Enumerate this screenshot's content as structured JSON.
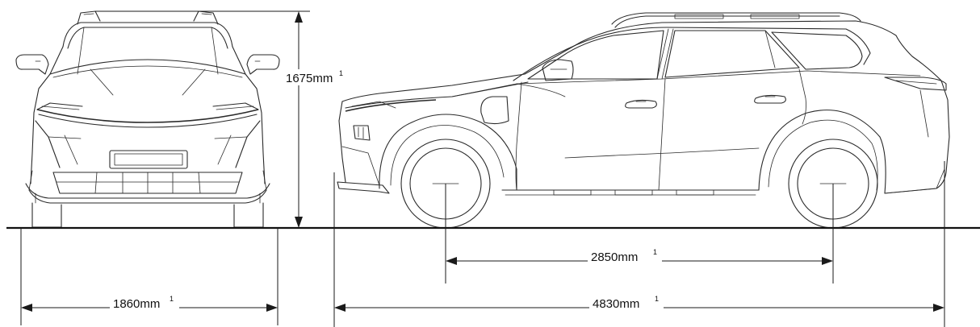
{
  "diagram": {
    "dimensions": {
      "height": {
        "value": "1675mm",
        "note": "1"
      },
      "width": {
        "value": "1860mm",
        "note": "1"
      },
      "wheelbase": {
        "value": "2850mm",
        "note": "1"
      },
      "length": {
        "value": "4830mm",
        "note": "1"
      }
    }
  }
}
